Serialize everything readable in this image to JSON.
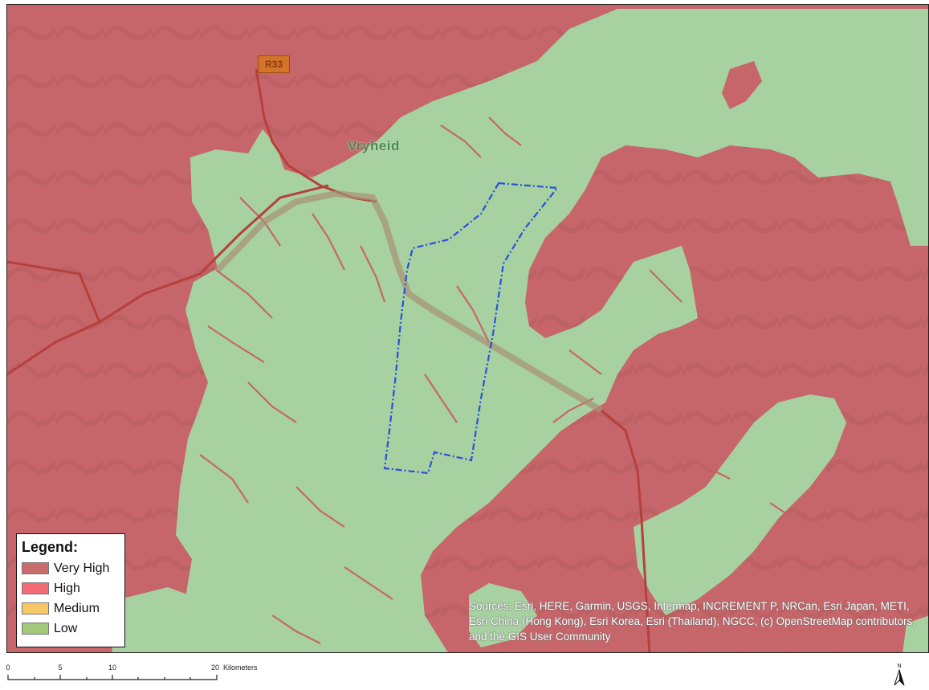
{
  "map": {
    "road_label": "R33",
    "town_label": "Vryheid",
    "attribution": "Sources: Esri, HERE, Garmin, USGS, Intermap, INCREMENT P, NRCan, Esri Japan, METI, Esri China (Hong Kong), Esri Korea, Esri (Thailand), NGCC, (c) OpenStreetMap contributors, and the GIS User Community"
  },
  "legend": {
    "title": "Legend:",
    "items": [
      {
        "label": "Very High",
        "color": "#c96a6b"
      },
      {
        "label": "High",
        "color": "#f26a73"
      },
      {
        "label": "Medium",
        "color": "#f8c867"
      },
      {
        "label": "Low",
        "color": "#a3c97a"
      }
    ]
  },
  "scale_bar": {
    "ticks": [
      "0",
      "5",
      "10",
      "20"
    ],
    "unit": "Kilometers"
  },
  "north_arrow": {
    "label": "N"
  },
  "colors": {
    "very_high": "#c96a6b",
    "low_fill": "#a7d1a0",
    "study_area": "#2a4fe0",
    "road": "#b5403c"
  }
}
